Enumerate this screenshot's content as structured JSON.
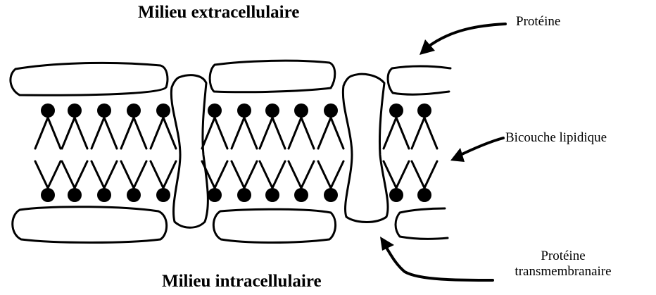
{
  "labels": {
    "top_title": "Milieu extracellulaire",
    "bottom_title": "Milieu intracellulaire",
    "protein": "Protéine",
    "bilayer": "Bicouche lipidique",
    "transmembrane_line1": "Protéine",
    "transmembrane_line2": "transmembranaire"
  },
  "icons": [
    "arrow-icon"
  ],
  "colors": {
    "ink": "#000000",
    "background": "#ffffff"
  }
}
